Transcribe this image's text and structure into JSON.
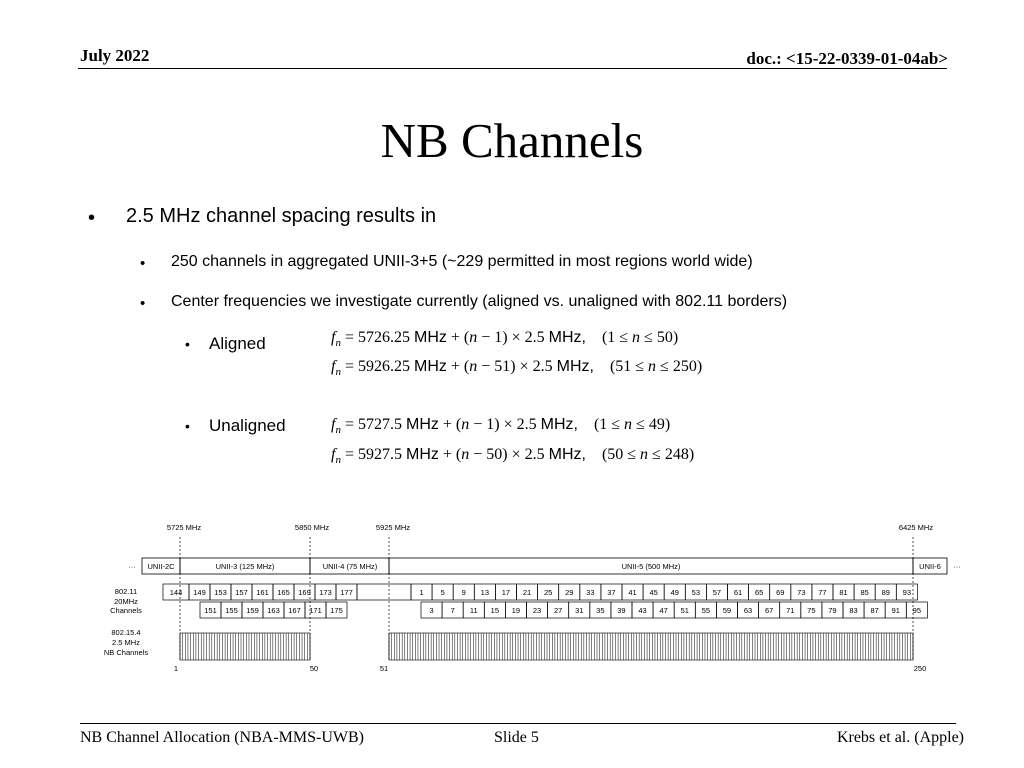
{
  "header": {
    "date": "July 2022",
    "doc": "doc.: <15-22-0339-01-04ab>"
  },
  "title": "NB Channels",
  "bullets": {
    "b1": "2.5 MHz channel spacing results in",
    "b1_1": "250 channels in aggregated UNII-3+5 (~229 permitted in most regions world wide)",
    "b1_2": "Center frequencies we investigate currently (aligned vs. unaligned with 802.11 borders)",
    "aligned": "Aligned",
    "unaligned": "Unaligned"
  },
  "equations": {
    "a1": {
      "f": "f",
      "n": "n",
      "pre": " = 5726.25 ",
      "mhz": "MHz",
      "mid": " + (",
      "nv": "n",
      "rest": " − 1) × 2.5 ",
      "mhz2": "MHz,",
      "range": "(1 ≤ ",
      "rn": "n",
      "range2": " ≤ 50)"
    },
    "a2": {
      "f": "f",
      "n": "n",
      "pre": " = 5926.25 ",
      "mhz": "MHz",
      "mid": " + (",
      "nv": "n",
      "rest": " − 51) × 2.5 ",
      "mhz2": "MHz,",
      "range": "(51 ≤ ",
      "rn": "n",
      "range2": " ≤ 250)"
    },
    "u1": {
      "f": "f",
      "n": "n",
      "pre": " = 5727.5 ",
      "mhz": "MHz",
      "mid": " + (",
      "nv": "n",
      "rest": " − 1) × 2.5 ",
      "mhz2": "MHz,",
      "range": "(1 ≤ ",
      "rn": "n",
      "range2": " ≤ 49)"
    },
    "u2": {
      "f": "f",
      "n": "n",
      "pre": " = 5927.5 ",
      "mhz": "MHz",
      "mid": " + (",
      "nv": "n",
      "rest": " − 50) × 2.5 ",
      "mhz2": "MHz,",
      "range": "(50 ≤ ",
      "rn": "n",
      "range2": " ≤ 248)"
    }
  },
  "diagram": {
    "freq_labels": [
      "5725 MHz",
      "5850 MHz",
      "5925 MHz",
      "6425 MHz"
    ],
    "bands": [
      "UNII-2C",
      "UNII-3 (125 MHz)",
      "UNII-4 (75 MHz)",
      "UNII-5 (500 MHz)",
      "UNII-6"
    ],
    "ellipsis": "···",
    "row_label_wifi": [
      "802.11",
      "20MHz",
      "Channels"
    ],
    "row_label_nb": [
      "802.15.4",
      "2.5 MHz",
      "NB Channels"
    ],
    "top_row_a": [
      "144",
      "149",
      "153",
      "157",
      "161",
      "165",
      "169",
      "173",
      "177"
    ],
    "top_row_b": [
      "1",
      "5",
      "9",
      "13",
      "17",
      "21",
      "25",
      "29",
      "33",
      "37",
      "41",
      "45",
      "49",
      "53",
      "57",
      "61",
      "65",
      "69",
      "73",
      "77",
      "81",
      "85",
      "89",
      "93"
    ],
    "bot_row_a": [
      "151",
      "155",
      "159",
      "163",
      "167",
      "171",
      "175"
    ],
    "bot_row_b": [
      "3",
      "7",
      "11",
      "15",
      "19",
      "23",
      "27",
      "31",
      "35",
      "39",
      "43",
      "47",
      "51",
      "55",
      "59",
      "63",
      "67",
      "71",
      "75",
      "79",
      "83",
      "87",
      "91",
      "95"
    ],
    "nb_labels": [
      "1",
      "50",
      "51",
      "250"
    ]
  },
  "footer": {
    "left": "NB Channel Allocation (NBA-MMS-UWB)",
    "center": "Slide 5",
    "right": "Krebs et al. (Apple)"
  }
}
